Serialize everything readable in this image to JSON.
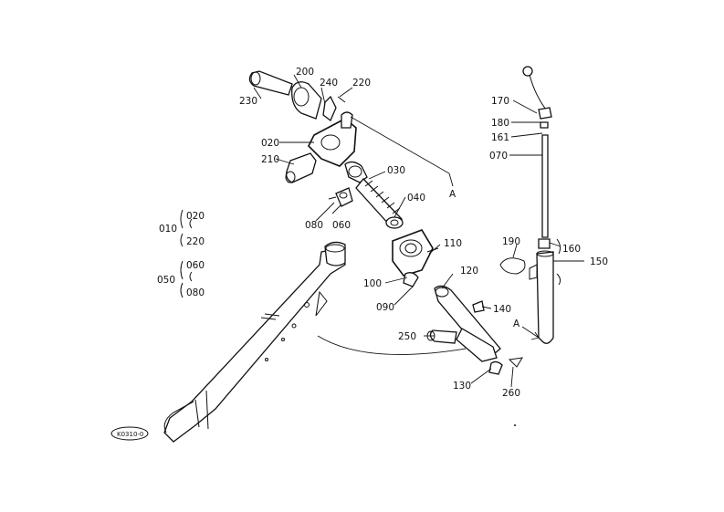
{
  "diagram": {
    "callouts": {
      "p010": "010",
      "p020": "020",
      "p020b": "020",
      "p030": "030",
      "p040": "040",
      "p050": "050",
      "p060": "060",
      "p060b": "060",
      "p070": "070",
      "p080": "080",
      "p080b": "080",
      "p090": "090",
      "p100": "100",
      "p110": "110",
      "p120": "120",
      "p130": "130",
      "p140": "140",
      "p150": "150",
      "p160": "160",
      "p161": "161",
      "p170": "170",
      "p180": "180",
      "p190": "190",
      "p200": "200",
      "p210": "210",
      "p220": "220",
      "p220b": "220",
      "p230": "230",
      "p240": "240",
      "p250": "250",
      "p260": "260"
    },
    "reference_marks": {
      "a_left": "A",
      "a_right": "A"
    },
    "drawing_code": "K0310-0"
  }
}
